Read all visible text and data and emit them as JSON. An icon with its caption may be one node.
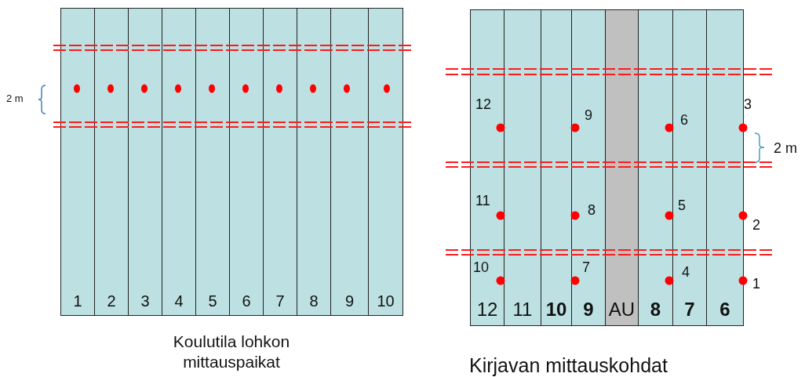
{
  "diagram": {
    "nodes": [
      {
        "text": [
          "1"
        ]
      },
      {
        "text": [
          "2"
        ]
      },
      {
        "text": [
          "3"
        ]
      },
      {
        "text": [
          "4"
        ]
      },
      {
        "text": [
          "5"
        ]
      },
      {
        "text": [
          "6"
        ]
      },
      {
        "text": [
          "7"
        ]
      },
      {
        "text": [
          "8"
        ]
      },
      {
        "text": [
          "9"
        ]
      },
      {
        "text": [
          "10"
        ]
      },
      {
        "text": [
          "12"
        ]
      },
      {
        "text": [
          "11"
        ]
      },
      {
        "text": [
          "10"
        ]
      },
      {
        "text": [
          "9"
        ]
      },
      {
        "text": [
          "AU"
        ]
      },
      {
        "text": [
          "8"
        ]
      },
      {
        "text": [
          "7"
        ]
      },
      {
        "text": [
          "6"
        ]
      }
    ],
    "edges": [],
    "labels": [
      "2 m",
      "12",
      "9",
      "6",
      "3",
      "2 m",
      "11",
      "8",
      "5",
      "2",
      "10",
      "7",
      "4",
      "1",
      "Koulutila lohkon mittauspaikat",
      "Kirjavan mittauskohdat"
    ]
  }
}
